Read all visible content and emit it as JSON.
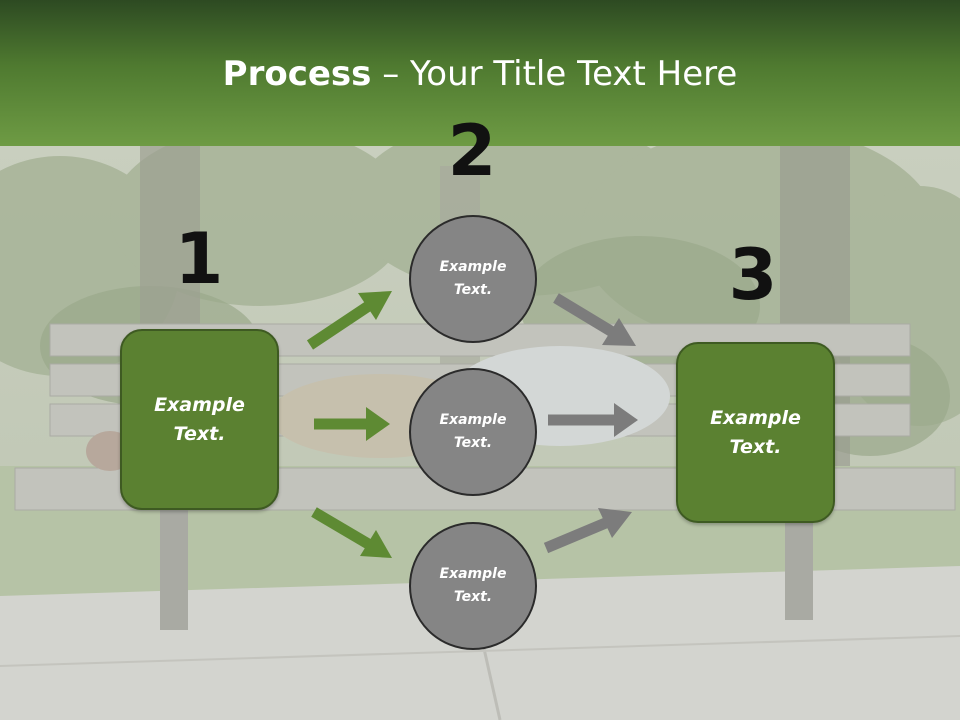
{
  "title": {
    "bold": "Process",
    "dash": " – ",
    "rest": "Your Title Text Here"
  },
  "steps": {
    "one": "1",
    "two": "2",
    "three": "3"
  },
  "left_box": {
    "text": "Example\nText."
  },
  "right_box": {
    "text": "Example\nText."
  },
  "circles": [
    {
      "text": "Example\nText."
    },
    {
      "text": "Example\nText."
    },
    {
      "text": "Example\nText."
    }
  ],
  "colors": {
    "banner": "#4f7a30",
    "box_fill": "#5b8131",
    "circle_fill": "#858585",
    "green_arrow": "#5e8a33",
    "gray_arrow": "#7c7c7c"
  }
}
